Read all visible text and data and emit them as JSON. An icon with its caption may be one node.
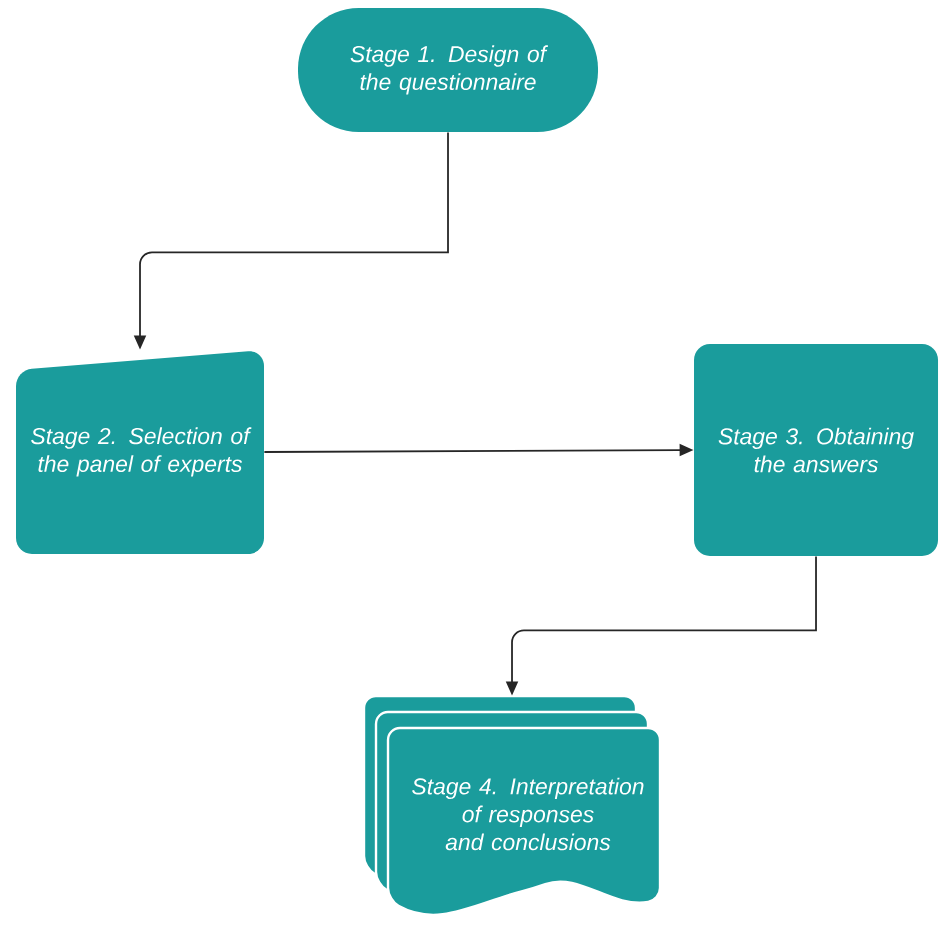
{
  "diagram": {
    "nodes": [
      {
        "text": [
          "Stage 1. Design of the questionnaire"
        ]
      },
      {
        "text": [
          "Stage 2. Selection of the panel of experts"
        ]
      },
      {
        "text": [
          "Stage 3. Obtaining the answers"
        ]
      },
      {
        "text": [
          "Stage 4. Interpretation of responses and conclusions"
        ]
      }
    ],
    "edges": [
      {
        "from": 0,
        "to": 1,
        "arrow": "to"
      },
      {
        "from": 1,
        "to": 2,
        "arrow": "to"
      },
      {
        "from": 2,
        "to": 3,
        "arrow": "to"
      }
    ]
  }
}
